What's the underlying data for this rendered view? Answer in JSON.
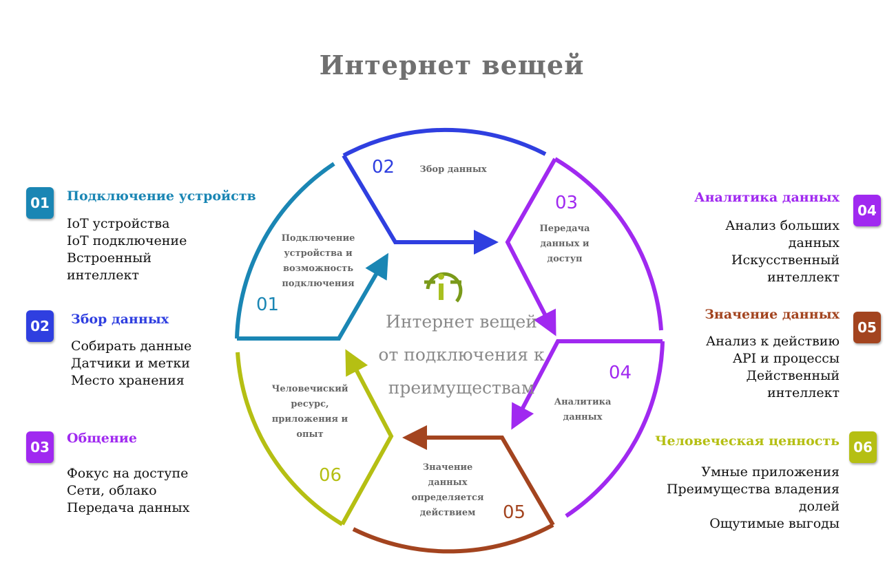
{
  "title": "Интернет вещей",
  "center": {
    "lines": [
      "Интернет вещей",
      "от подключения к",
      "преимуществам"
    ]
  },
  "colors": {
    "teal": "#1a86b4",
    "blue": "#2f3fe0",
    "purple": "#a029f0",
    "brown": "#a3441f",
    "olive": "#b5bf13",
    "logo_green": "#7a9a1a"
  },
  "segments": [
    {
      "number": "01",
      "lines": [
        "Подключение",
        "устройства и",
        "возможность",
        "подключения"
      ]
    },
    {
      "number": "02",
      "lines": [
        "Збор данных"
      ]
    },
    {
      "number": "03",
      "lines": [
        "Передача",
        "данных и",
        "доступ"
      ]
    },
    {
      "number": "04",
      "lines": [
        "Аналитика",
        "данных"
      ]
    },
    {
      "number": "05",
      "lines": [
        "Значение",
        "данных",
        "определяется",
        "действием"
      ]
    },
    {
      "number": "06",
      "lines": [
        "Человечиский",
        "ресурс,",
        "приложения и",
        "опыт"
      ]
    }
  ],
  "left_boxes": [
    {
      "badge": "01",
      "title": "Подключение устройств",
      "lines": [
        "IoT устройства",
        "IoT подключение",
        "Встроенный",
        "интеллект"
      ]
    },
    {
      "badge": "02",
      "title": "Збор данных",
      "lines": [
        "Собирать данные",
        "Датчики и метки",
        "Место хранения"
      ]
    },
    {
      "badge": "03",
      "title": "Общение",
      "lines": [
        "Фокус на доступе",
        "Сети, облако",
        "Передача данных"
      ]
    }
  ],
  "right_boxes": [
    {
      "badge": "04",
      "title": "Аналитика данных",
      "lines": [
        "Анализ больших",
        "данных",
        "Искусственный",
        "интеллект"
      ]
    },
    {
      "badge": "05",
      "title": "Значение данных",
      "lines": [
        "Анализ к действию",
        "API и процессы",
        "Действенный",
        "интеллект"
      ]
    },
    {
      "badge": "06",
      "title": "Человеческая ценность",
      "lines": [
        "Умные приложения",
        "Преимущества владения",
        "долей",
        "Ощутимые выгоды"
      ]
    }
  ]
}
